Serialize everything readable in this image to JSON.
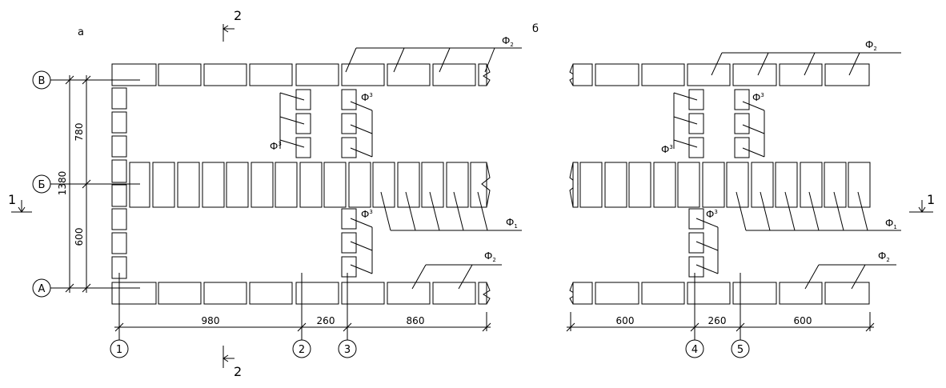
{
  "views": {
    "a": {
      "label": "а"
    },
    "b": {
      "label": "б"
    }
  },
  "axes": {
    "rows": {
      "V": "В",
      "B": "Б",
      "A": "А"
    },
    "cols": {
      "c1": "1",
      "c2": "2",
      "c3": "3",
      "c4": "4",
      "c5": "5"
    }
  },
  "section_marks": {
    "s1": "1",
    "s2": "2"
  },
  "dimensions": {
    "a_total": "1380",
    "a_upper": "780",
    "a_lower": "600",
    "a_980": "980",
    "a_260": "260",
    "a_860": "860",
    "b_600_left": "600",
    "b_260": "260",
    "b_600_right": "600"
  },
  "reinforcement_labels": {
    "f_main": "Ф",
    "sub1": "1",
    "sub2": "2",
    "sub3": "3"
  }
}
